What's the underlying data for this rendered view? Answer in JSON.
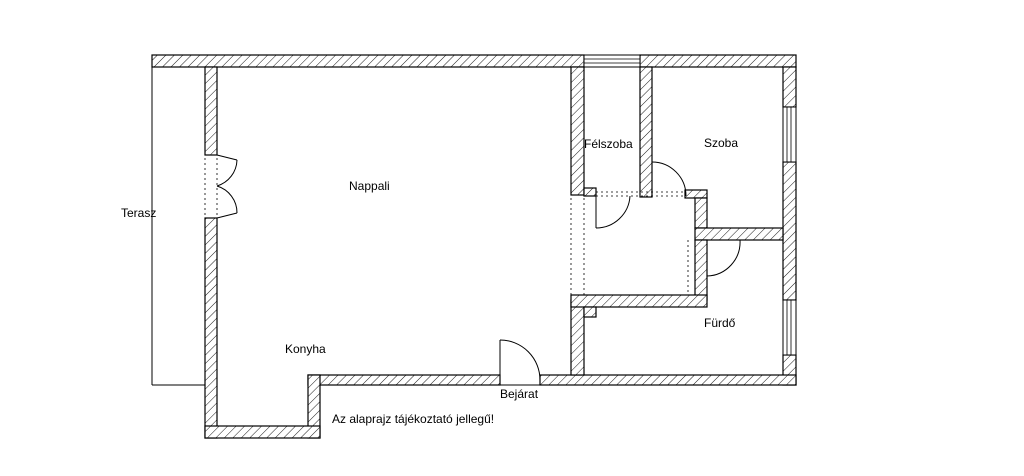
{
  "rooms": {
    "terrace": "Terasz",
    "living": "Nappali",
    "half_room": "Félszoba",
    "room": "Szoba",
    "bathroom": "Fürdő",
    "kitchen": "Konyha"
  },
  "entrance": "Bejárat",
  "note": "Az alaprajz tájékoztató jellegű!"
}
